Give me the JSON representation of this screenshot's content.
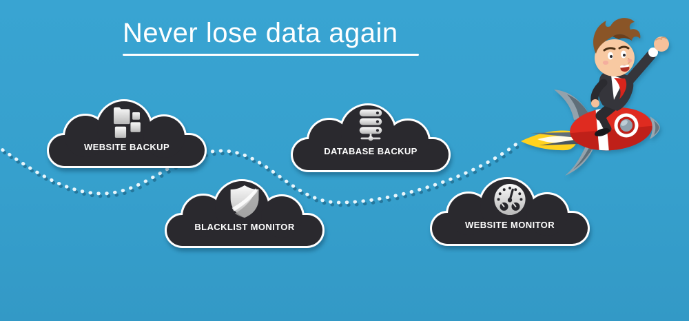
{
  "title": {
    "text": "Never lose data again",
    "color": "#FFFFFF"
  },
  "clouds": [
    {
      "label": "WEBSITE BACKUP",
      "icon": "folder-windows-icon"
    },
    {
      "label": "DATABASE BACKUP",
      "icon": "database-server-icon"
    },
    {
      "label": "BLACKLIST MONITOR",
      "icon": "shield-icon"
    },
    {
      "label": "WEBSITE MONITOR",
      "icon": "gauge-icon"
    }
  ],
  "illustration": {
    "name": "businessman-riding-rocket"
  },
  "trail": {
    "style": "dotted-wave",
    "dot_color": "#E8F5FB"
  },
  "colors": {
    "background": "#36A0CD",
    "cloud_fill": "#2A292E",
    "cloud_border": "#FFFFFF",
    "label_text": "#FFFFFF",
    "rocket_red": "#DF2B20",
    "rocket_red_dark": "#BF2019",
    "fin_gray": "#93A2AC",
    "flame_yellow": "#FFD21E",
    "hair_brown": "#8A5527",
    "skin": "#F8C9A2"
  }
}
